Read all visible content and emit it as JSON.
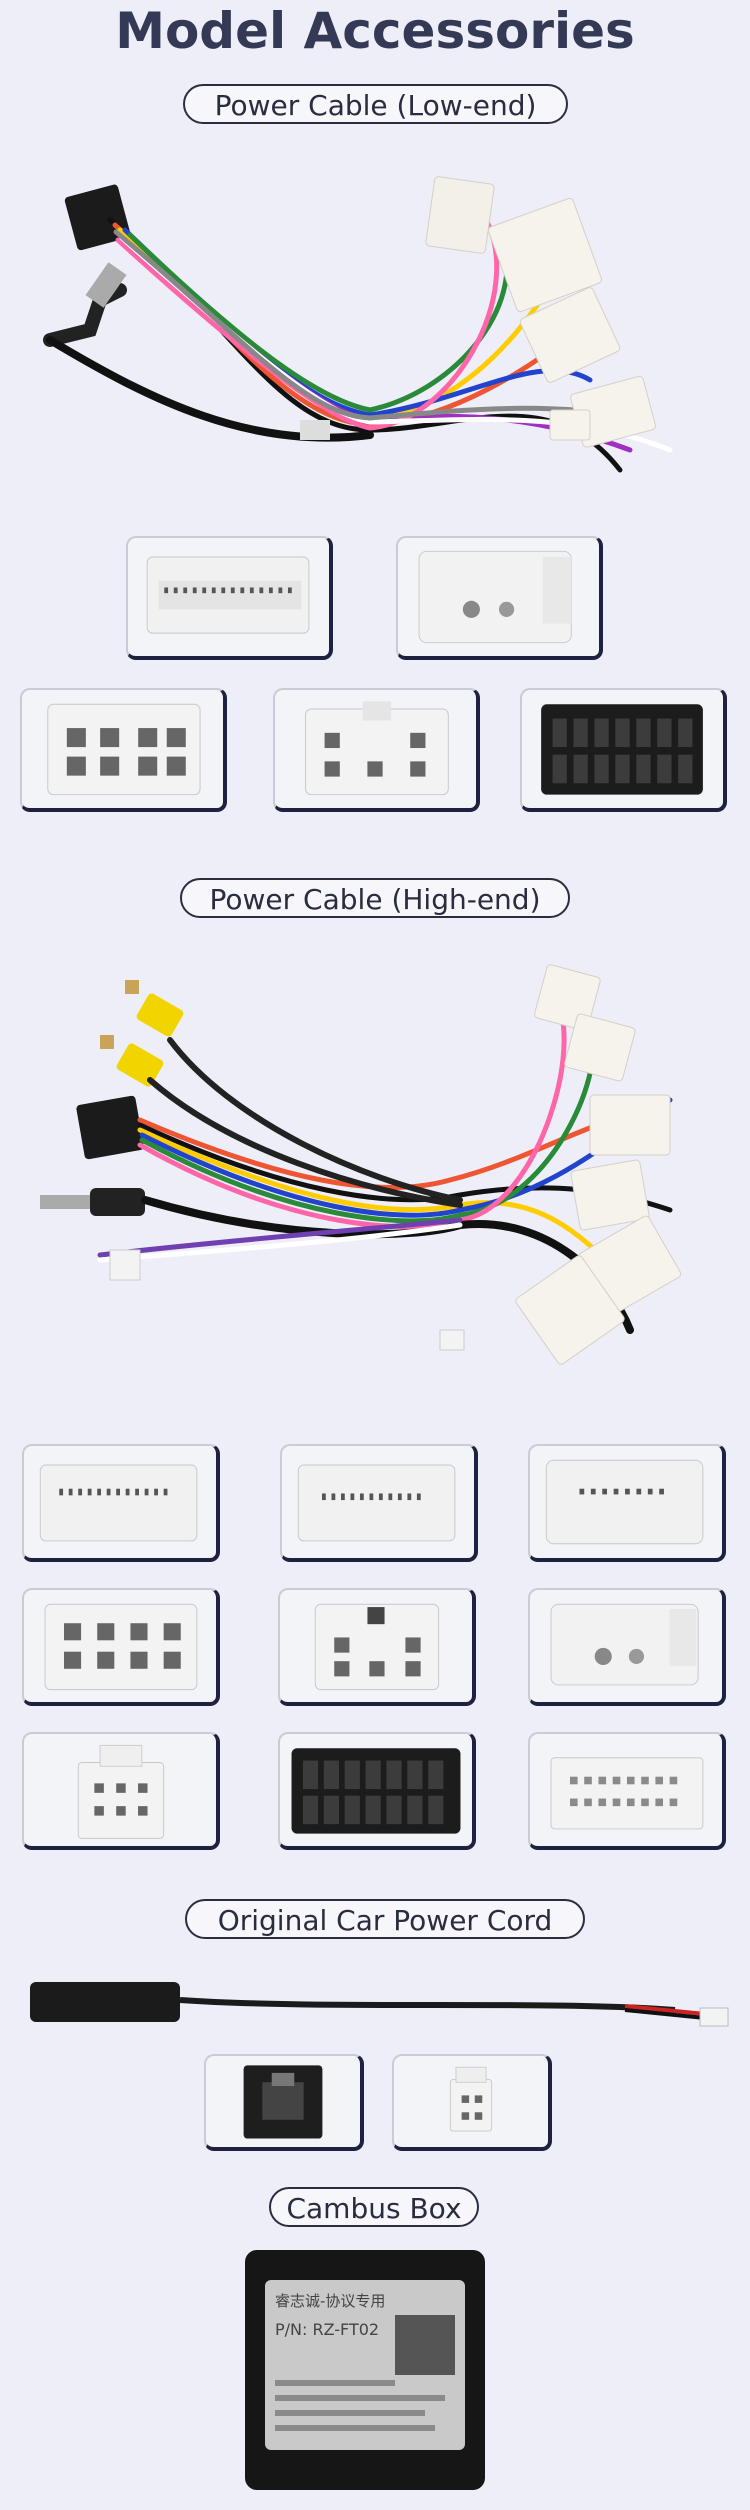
{
  "page": {
    "title": "Model Accessories"
  },
  "sections": [
    {
      "label": "Power Cable (Low-end)"
    },
    {
      "label": "Power Cable (High-end)"
    },
    {
      "label": "Original Car Power Cord"
    },
    {
      "label": "Cambus Box"
    }
  ],
  "cambus_label": {
    "line1": "睿志诚-协议专用",
    "line2": "P/N: RZ-FT02"
  },
  "colors": {
    "background": "#eeeef8",
    "title": "#343a55",
    "pill_border": "#2a2d40",
    "thumb_border": "#1e2140"
  }
}
